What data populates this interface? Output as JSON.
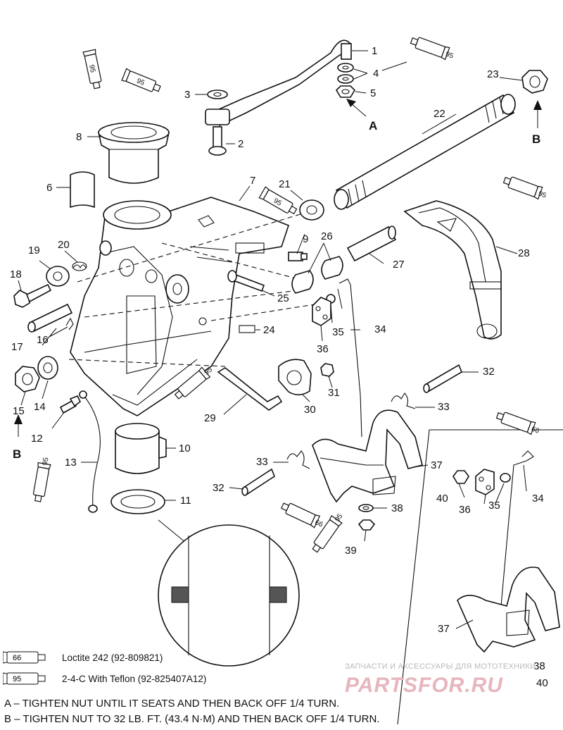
{
  "callouts": {
    "c1": "1",
    "c2": "2",
    "c3": "3",
    "c4": "4",
    "c5": "5",
    "c6": "6",
    "c7": "7",
    "c8": "8",
    "c9": "9",
    "c10": "10",
    "c11": "11",
    "c12": "12",
    "c13": "13",
    "c14": "14",
    "c15": "15",
    "c16": "16",
    "c17": "17",
    "c18": "18",
    "c19": "19",
    "c20": "20",
    "c21": "21",
    "c22": "22",
    "c23": "23",
    "c24": "24",
    "c25": "25",
    "c26": "26",
    "c27": "27",
    "c28": "28",
    "c29": "29",
    "c30": "30",
    "c31": "31",
    "c32a": "32",
    "c32b": "32",
    "c33a": "33",
    "c33b": "33",
    "c34a": "34",
    "c34b": "34",
    "c35a": "35",
    "c35b": "35",
    "c36a": "36",
    "c36b": "36",
    "c37a": "37",
    "c37b": "37",
    "c38a": "38",
    "c38b": "38",
    "c39": "39",
    "c40a": "40",
    "c40b": "40"
  },
  "letters": {
    "a": "A",
    "b1": "B",
    "b2": "B"
  },
  "tubes": {
    "t66": "66",
    "t95": "95"
  },
  "legend": [
    {
      "code": "66",
      "text": "Loctite 242  (92-809821)"
    },
    {
      "code": "95",
      "text": "2-4-C  With Teflon (92-825407A12)"
    }
  ],
  "notes": [
    {
      "letter": "A",
      "text": "A – TIGHTEN  NUT UNTIL IT SEATS AND THEN BACK OFF 1/4 TURN."
    },
    {
      "letter": "B",
      "text": "B – TIGHTEN NUT TO 32 LB. FT. (43.4 N·M) AND THEN BACK OFF 1/4 TURN."
    }
  ],
  "watermark": {
    "caption": "ЗАПЧАСТИ И АКСЕССУАРЫ ДЛЯ МОТОТЕХНИКИ",
    "logo": "PARTSFOR.RU"
  }
}
